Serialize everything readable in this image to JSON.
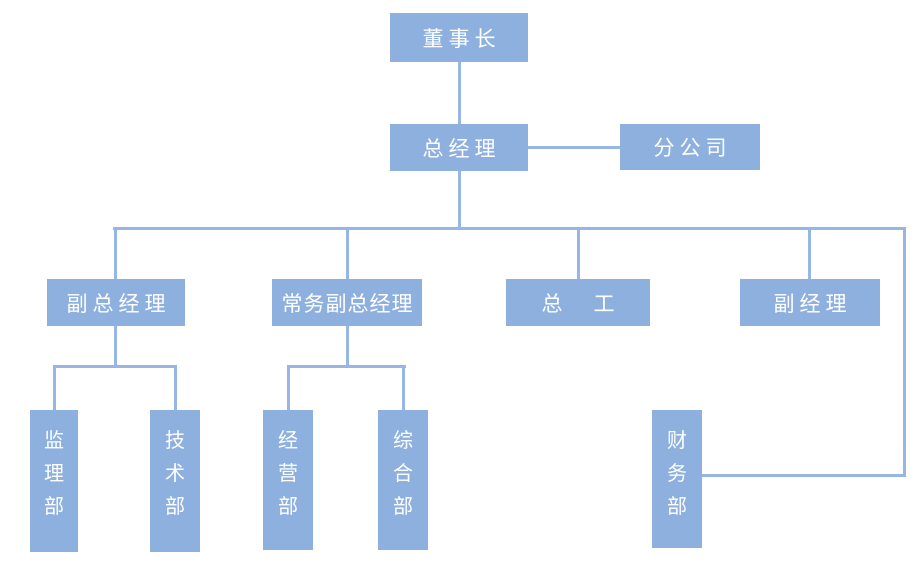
{
  "palette": {
    "node_fill": "#8DB0DF",
    "connector": "#96B6E3",
    "node_text": "#FFFFFF",
    "background": "#FFFFFF"
  },
  "org_chart": {
    "nodes": {
      "chairman": {
        "label": "董事长"
      },
      "general_manager": {
        "label": "总经理"
      },
      "branch_company": {
        "label": "分公司"
      },
      "deputy_general_manager": {
        "label": "副总经理"
      },
      "executive_deputy_general_manager": {
        "label": "常务副总经理"
      },
      "chief_engineer": {
        "label": "总　工"
      },
      "deputy_manager": {
        "label": "副经理"
      },
      "supervision_dept": {
        "label": "监理部"
      },
      "technology_dept": {
        "label": "技术部"
      },
      "operation_dept": {
        "label": "经营部"
      },
      "general_affairs_dept": {
        "label": "综合部"
      },
      "finance_dept": {
        "label": "财务部"
      }
    },
    "relations": [
      {
        "from": "chairman",
        "to": "general_manager"
      },
      {
        "from": "general_manager",
        "to": "branch_company",
        "type": "lateral"
      },
      {
        "from": "general_manager",
        "to": "deputy_general_manager"
      },
      {
        "from": "general_manager",
        "to": "executive_deputy_general_manager"
      },
      {
        "from": "general_manager",
        "to": "chief_engineer"
      },
      {
        "from": "general_manager",
        "to": "deputy_manager"
      },
      {
        "from": "general_manager",
        "to": "finance_dept",
        "type": "elbow-right"
      },
      {
        "from": "deputy_general_manager",
        "to": "supervision_dept"
      },
      {
        "from": "deputy_general_manager",
        "to": "technology_dept"
      },
      {
        "from": "executive_deputy_general_manager",
        "to": "operation_dept"
      },
      {
        "from": "executive_deputy_general_manager",
        "to": "general_affairs_dept"
      }
    ]
  }
}
